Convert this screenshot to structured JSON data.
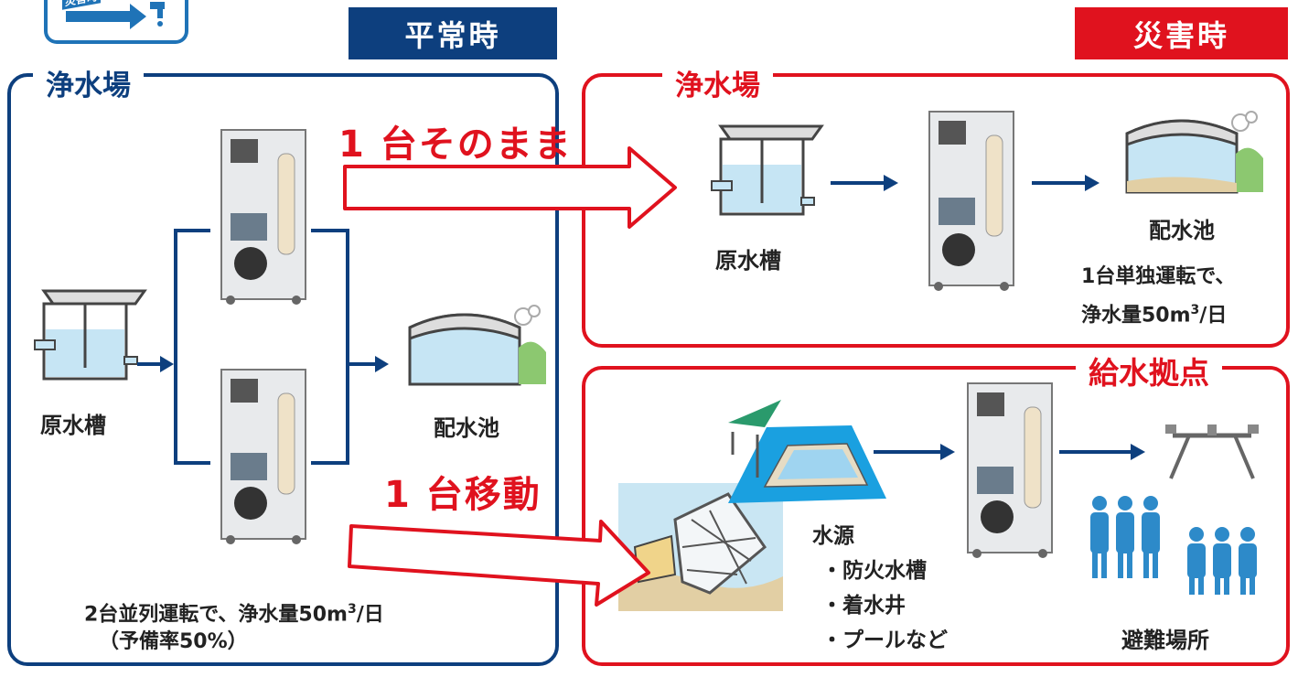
{
  "colors": {
    "blue": "#0d3f7e",
    "red": "#e0121e",
    "water": "#c6e5f4",
    "pool": "#1aa0e0",
    "people": "#2d8ac9"
  },
  "icon_badge": {
    "label": "災害時",
    "icon": "faucet-icon"
  },
  "normal": {
    "header": "平常時",
    "panel_title": "浄水場",
    "raw_tank": "原水槽",
    "distribution_tank": "配水池",
    "note_line1": "2台並列運転で、浄水量50m",
    "note_sup": "3",
    "note_unit": "/日",
    "note_line2": "（予備率50%）"
  },
  "disaster": {
    "header": "災害時",
    "plant": {
      "title": "浄水場",
      "raw_tank": "原水槽",
      "distribution_tank": "配水池",
      "note_line1": "1台単独運転で、",
      "note_line2": "浄水量50m",
      "note_sup": "3",
      "note_unit": "/日"
    },
    "supply": {
      "title": "給水拠点",
      "source_title": "水源",
      "sources": [
        "・防火水槽",
        "・着水井",
        "・プールなど"
      ],
      "shelter": "避難場所"
    }
  },
  "arrows": {
    "keep": "1 台そのまま",
    "move": "1 台移動"
  }
}
